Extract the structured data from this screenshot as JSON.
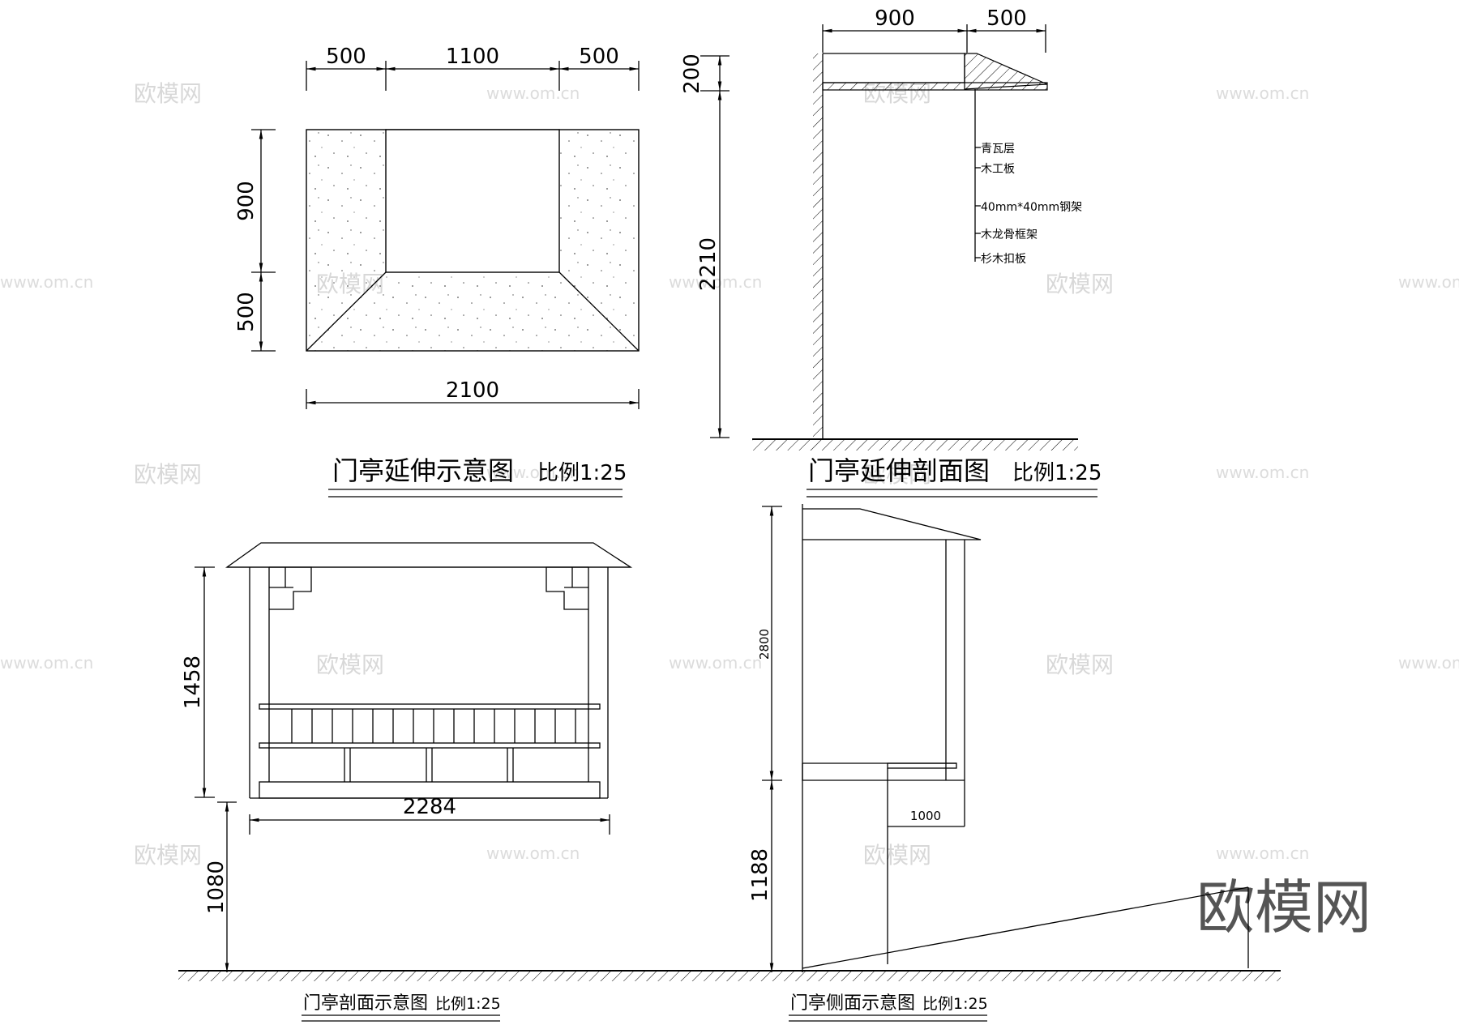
{
  "plan_view": {
    "dims_top": [
      "500",
      "1100",
      "500"
    ],
    "dims_left": [
      "900",
      "500"
    ],
    "dim_bottom": "2100",
    "title": "门亭延伸示意图",
    "scale": "比例1:25"
  },
  "section_view": {
    "dims_top": [
      "900",
      "500"
    ],
    "dims_left": [
      "200",
      "2210"
    ],
    "layers": [
      "青瓦层",
      "木工板",
      "40mm*40mm钢架",
      "木龙骨框架",
      "杉木扣板"
    ],
    "title": "门亭延伸剖面图",
    "scale": "比例1:25"
  },
  "front_section": {
    "dim_height": "1458",
    "dim_width": "2284",
    "dim_base": "1080",
    "title": "门亭剖面示意图",
    "scale": "比例1:25"
  },
  "side_view": {
    "dim_upper": "2800",
    "dim_lower": "1188",
    "dim_depth": "1000",
    "title": "门亭侧面示意图",
    "scale": "比例1:25"
  },
  "watermark": {
    "brand": "欧模网",
    "url": "www.om.cn"
  }
}
